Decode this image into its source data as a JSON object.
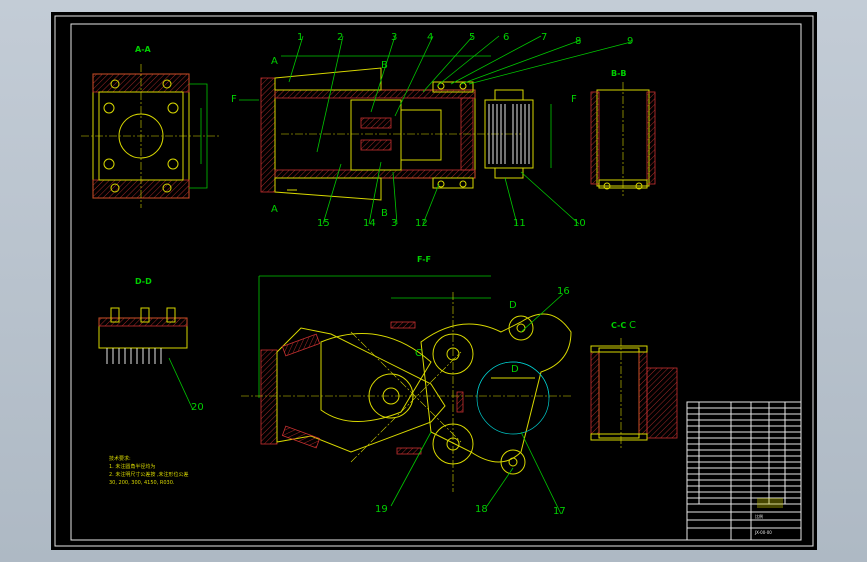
{
  "drawing": {
    "section_labels": {
      "aa": "A-A",
      "bb": "B-B",
      "dd": "D-D",
      "ff": "F-F",
      "cc": "C-C"
    },
    "cut_markers": {
      "a_top": "A",
      "a_bottom": "A",
      "f_left": "F",
      "f_right": "F",
      "b_top": "B",
      "b_bottom": "B",
      "d_top": "D",
      "d_mid": "D",
      "c1": "C",
      "c2": "C"
    },
    "part_numbers": {
      "p1": "1",
      "p2": "2",
      "p3": "3",
      "p4": "4",
      "p5": "5",
      "p6": "6",
      "p7": "7",
      "p8": "8",
      "p9": "9",
      "p10": "10",
      "p11": "11",
      "p12": "12",
      "p13": "3",
      "p14": "14",
      "p15": "15",
      "p16": "16",
      "p17": "17",
      "p18": "18",
      "p19": "19",
      "p20": "20"
    },
    "tech_notes": {
      "title": "技术要求:",
      "line1": "1. 未注圆角半径均为",
      "line2": "2. 未注明尺寸公差按   ,未注形位公差",
      "line3": "30, 200, 300, 4150, R030."
    },
    "title_block": {
      "scale_label": "比例",
      "drawing_number": "JX-00-00"
    },
    "colors": {
      "frame": "#e6e6e6",
      "object": "#d8d800",
      "dimension": "#00c800",
      "hidden": "#00c8c8",
      "section": "#c83030"
    }
  }
}
